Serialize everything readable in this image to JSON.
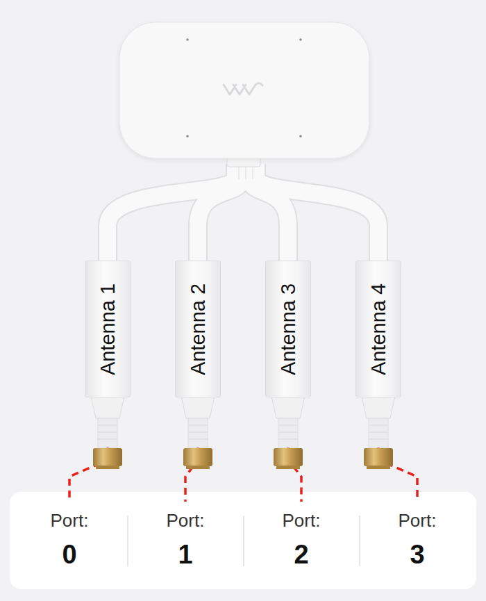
{
  "diagram": {
    "nodes": [
      {
        "text": [
          "Antenna 1"
        ]
      },
      {
        "text": [
          "Antenna 2"
        ]
      },
      {
        "text": [
          "Antenna 3"
        ]
      },
      {
        "text": [
          "Antenna 4"
        ]
      },
      {
        "text": [
          "Port:",
          "0"
        ]
      },
      {
        "text": [
          "Port:",
          "1"
        ]
      },
      {
        "text": [
          "Port:",
          "2"
        ]
      },
      {
        "text": [
          "Port:",
          "3"
        ]
      }
    ],
    "edges": [
      {
        "from": 0,
        "to": 4,
        "arrow": "none"
      },
      {
        "from": 1,
        "to": 5,
        "arrow": "none"
      },
      {
        "from": 2,
        "to": 6,
        "arrow": "none"
      },
      {
        "from": 3,
        "to": 7,
        "arrow": "none"
      }
    ]
  }
}
